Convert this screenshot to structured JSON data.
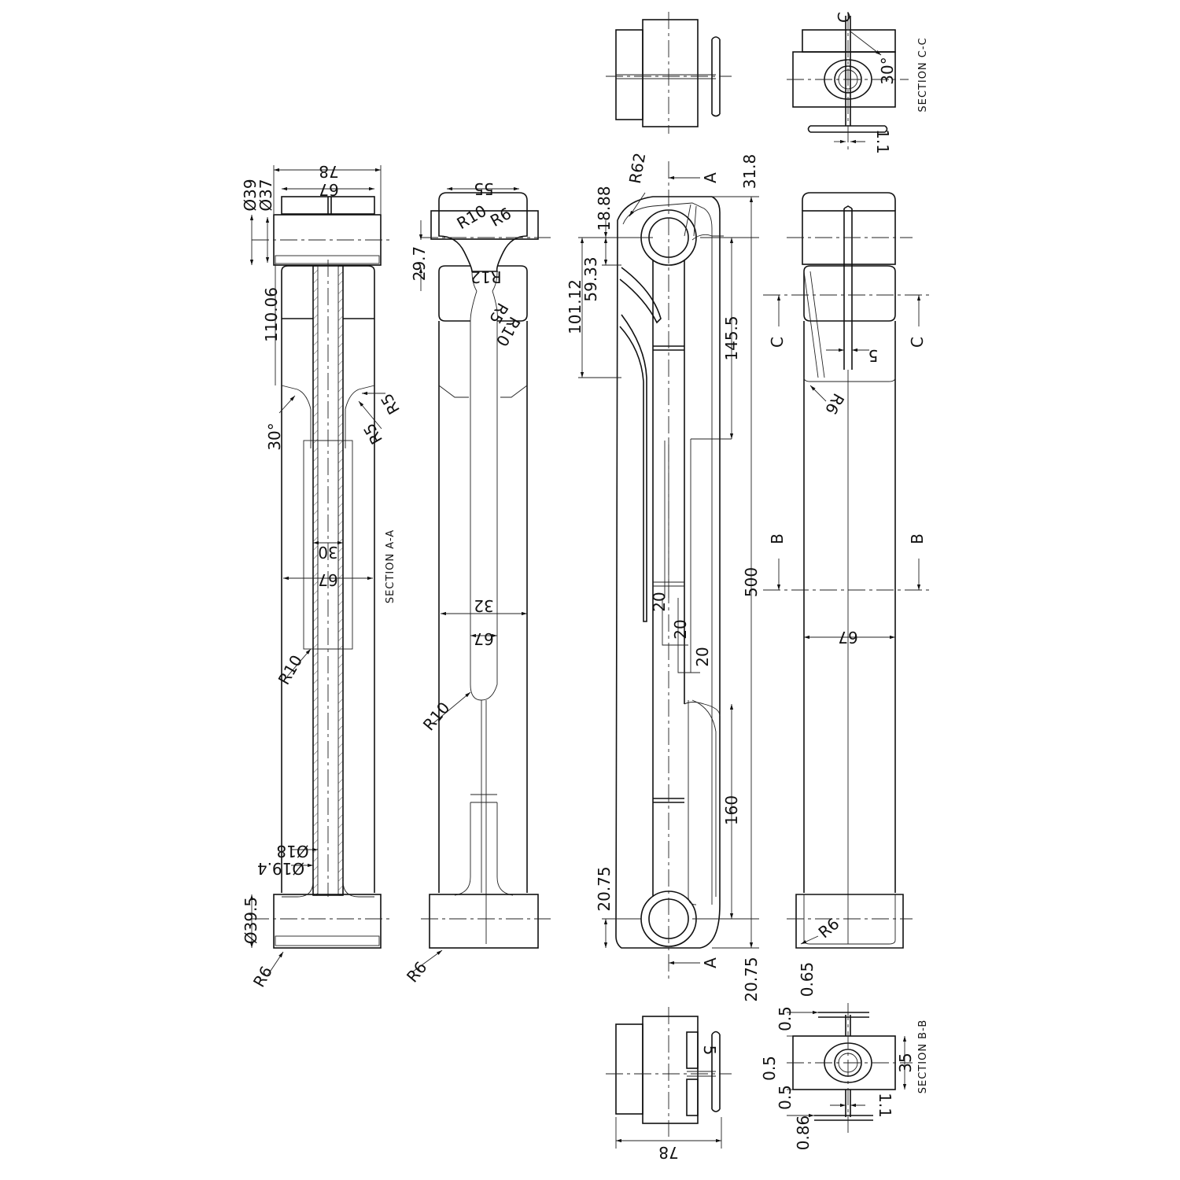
{
  "views": {
    "section_aa": {
      "title": "SECTION A-A",
      "d_39": "Ø39",
      "d_37": "Ø37",
      "w_78": "78",
      "w_67": "67",
      "h_110": "110.06",
      "ang_30": "30°",
      "r5_a": "R5",
      "r5_b": "R5",
      "w_30": "30",
      "w_67b": "67",
      "r10": "R10",
      "d_18": "Ø18",
      "d_19": "Ø19.4",
      "d_39_5": "Ø39.5",
      "r6": "R6"
    },
    "side_view": {
      "w_55": "55",
      "r10": "R10",
      "r6": "R6",
      "h_29_7": "29.7",
      "r12": "R12",
      "r10_lower": "R10",
      "r5": "R5",
      "w_32": "32",
      "w_67": "67",
      "r10_bottom": "R10",
      "r6_bottom": "R6"
    },
    "front_view": {
      "r62": "R62",
      "h_31_8": "31.8",
      "h_18_88": "18.88",
      "h_59_33": "59.33",
      "h_101_12": "101.12",
      "h_145_5": "145.5",
      "h_500": "500",
      "h_20a": "20",
      "h_20b": "20",
      "h_20c": "20",
      "h_160": "160",
      "h_20_75_left": "20.75",
      "h_20_75_right": "20.75",
      "mark_top": "A",
      "mark_bottom": "A"
    },
    "back_view": {
      "mark_c_left": "C",
      "mark_c_right": "C",
      "mark_b_left": "B",
      "mark_b_right": "B",
      "w_5": "5",
      "r6_top": "R6",
      "w_67": "67",
      "r6_bottom": "R6"
    },
    "section_cc": {
      "title": "SECTION C-C",
      "c_top": "C",
      "ang": "30°",
      "t_1_1": "1.1"
    },
    "top_view": {
      "label": ""
    },
    "bottom_view": {
      "w_5": "5",
      "w_78": "78"
    },
    "section_bb": {
      "title": "SECTION B-B",
      "t_0_65": "0.65",
      "t_0_5a": "0.5",
      "t_0_5b": "0.5",
      "t_0_5c": "0.5",
      "t_0_86": "0.86",
      "h_35": "35",
      "t_1_1": "1.1"
    }
  }
}
